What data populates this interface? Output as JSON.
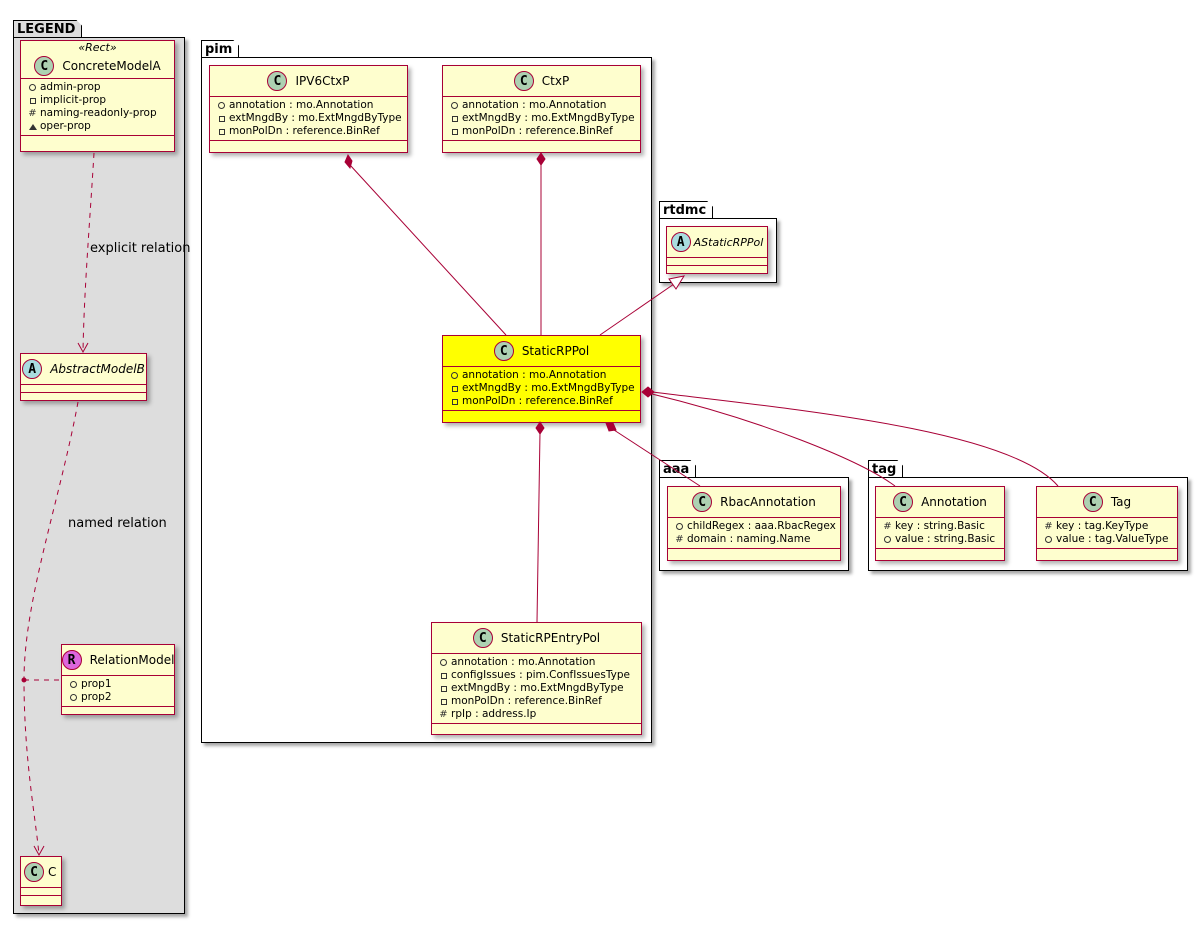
{
  "packages": {
    "legend": "LEGEND",
    "pim": "pim",
    "rtdmc": "rtdmc",
    "aaa": "aaa",
    "tag": "tag"
  },
  "legend": {
    "stereotype": "«Rect»",
    "concrete": {
      "name": "ConcreteModelA",
      "attrs": [
        "admin-prop",
        "implicit-prop",
        "naming-readonly-prop",
        "oper-prop"
      ]
    },
    "abstract": {
      "name": "AbstractModelB"
    },
    "relation": {
      "name": "RelationModel",
      "attrs": [
        "prop1",
        "prop2"
      ]
    },
    "c": {
      "name": "C"
    },
    "explicit_label": "explicit relation",
    "named_label": "named relation"
  },
  "classes": {
    "ipv6ctxp": {
      "name": "IPV6CtxP",
      "attrs": [
        "annotation : mo.Annotation",
        "extMngdBy : mo.ExtMngdByType",
        "monPolDn : reference.BinRef"
      ]
    },
    "ctxp": {
      "name": "CtxP",
      "attrs": [
        "annotation : mo.Annotation",
        "extMngdBy : mo.ExtMngdByType",
        "monPolDn : reference.BinRef"
      ]
    },
    "astaticrppol": {
      "name": "AStaticRPPol"
    },
    "staticrppol": {
      "name": "StaticRPPol",
      "attrs": [
        "annotation : mo.Annotation",
        "extMngdBy : mo.ExtMngdByType",
        "monPolDn : reference.BinRef"
      ]
    },
    "staticrpentrypol": {
      "name": "StaticRPEntryPol",
      "attrs": [
        "annotation : mo.Annotation",
        "configIssues : pim.ConfIssuesType",
        "extMngdBy : mo.ExtMngdByType",
        "monPolDn : reference.BinRef",
        "rpIp : address.Ip"
      ]
    },
    "rbacannotation": {
      "name": "RbacAnnotation",
      "attrs": [
        "childRegex : aaa.RbacRegex",
        "domain : naming.Name"
      ]
    },
    "annotation": {
      "name": "Annotation",
      "attrs": [
        "key : string.Basic",
        "value : string.Basic"
      ]
    },
    "tag": {
      "name": "Tag",
      "attrs": [
        "key : tag.KeyType",
        "value : tag.ValueType"
      ]
    }
  },
  "colors": {
    "class_fill": "#fefece",
    "highlight_fill": "#ffff00",
    "border": "#a80036",
    "legend_bg": "#dddddd"
  }
}
